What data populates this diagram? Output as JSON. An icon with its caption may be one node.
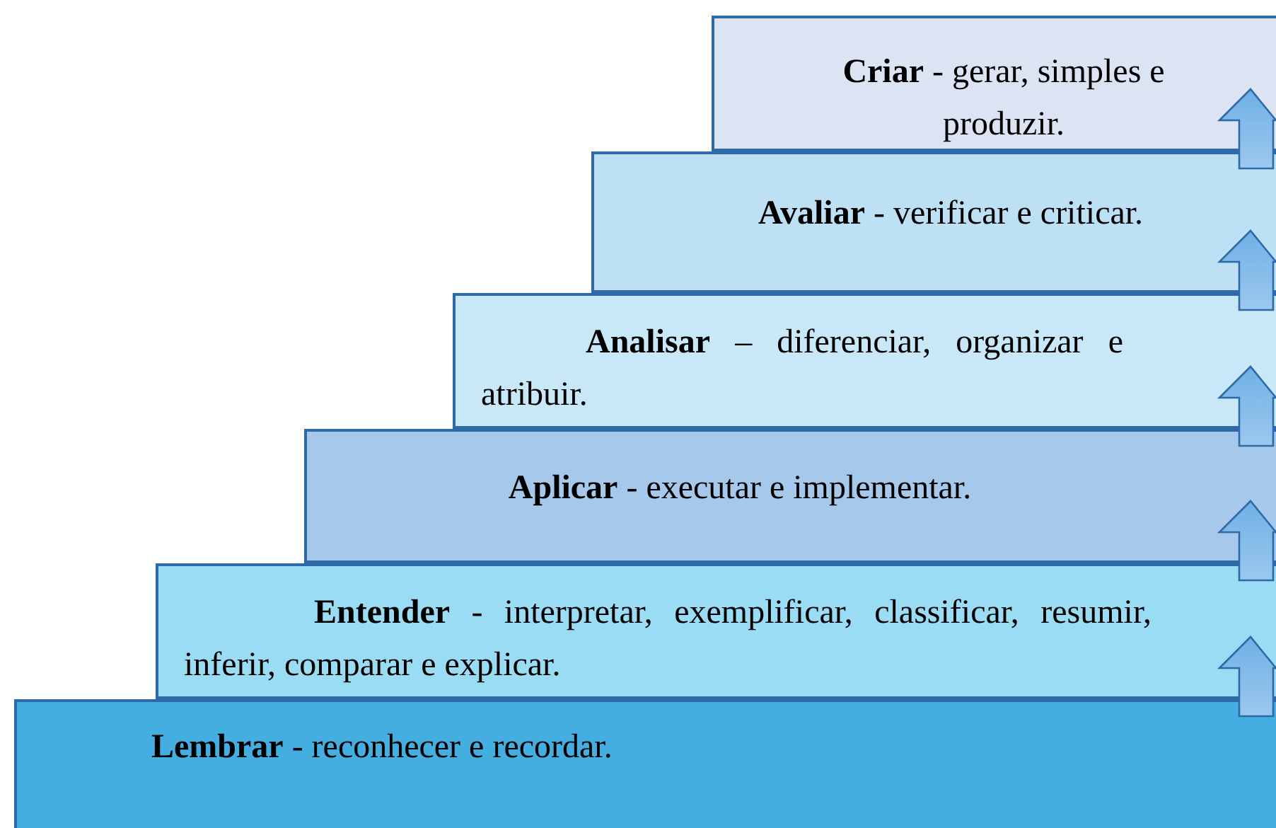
{
  "diagram": {
    "nodes": [
      {
        "text": [
          "**Criar** - gerar, simples e produzir."
        ]
      },
      {
        "text": [
          "**Avaliar** - verificar e criticar."
        ]
      },
      {
        "text": [
          "**Analisar** – diferenciar, organizar e atribuir."
        ]
      },
      {
        "text": [
          "**Aplicar** - executar e implementar."
        ]
      },
      {
        "text": [
          "**Entender** - interpretar, exemplificar, classificar, resumir, inferir, comparar e explicar."
        ]
      },
      {
        "text": [
          "**Lembrar** - reconhecer e recordar."
        ]
      }
    ],
    "edges": [
      {
        "from": 5,
        "to": 4,
        "arrow": "to"
      },
      {
        "from": 4,
        "to": 3,
        "arrow": "to"
      },
      {
        "from": 3,
        "to": 2,
        "arrow": "to"
      },
      {
        "from": 2,
        "to": 1,
        "arrow": "to"
      },
      {
        "from": 1,
        "to": 0,
        "arrow": "to"
      }
    ]
  }
}
